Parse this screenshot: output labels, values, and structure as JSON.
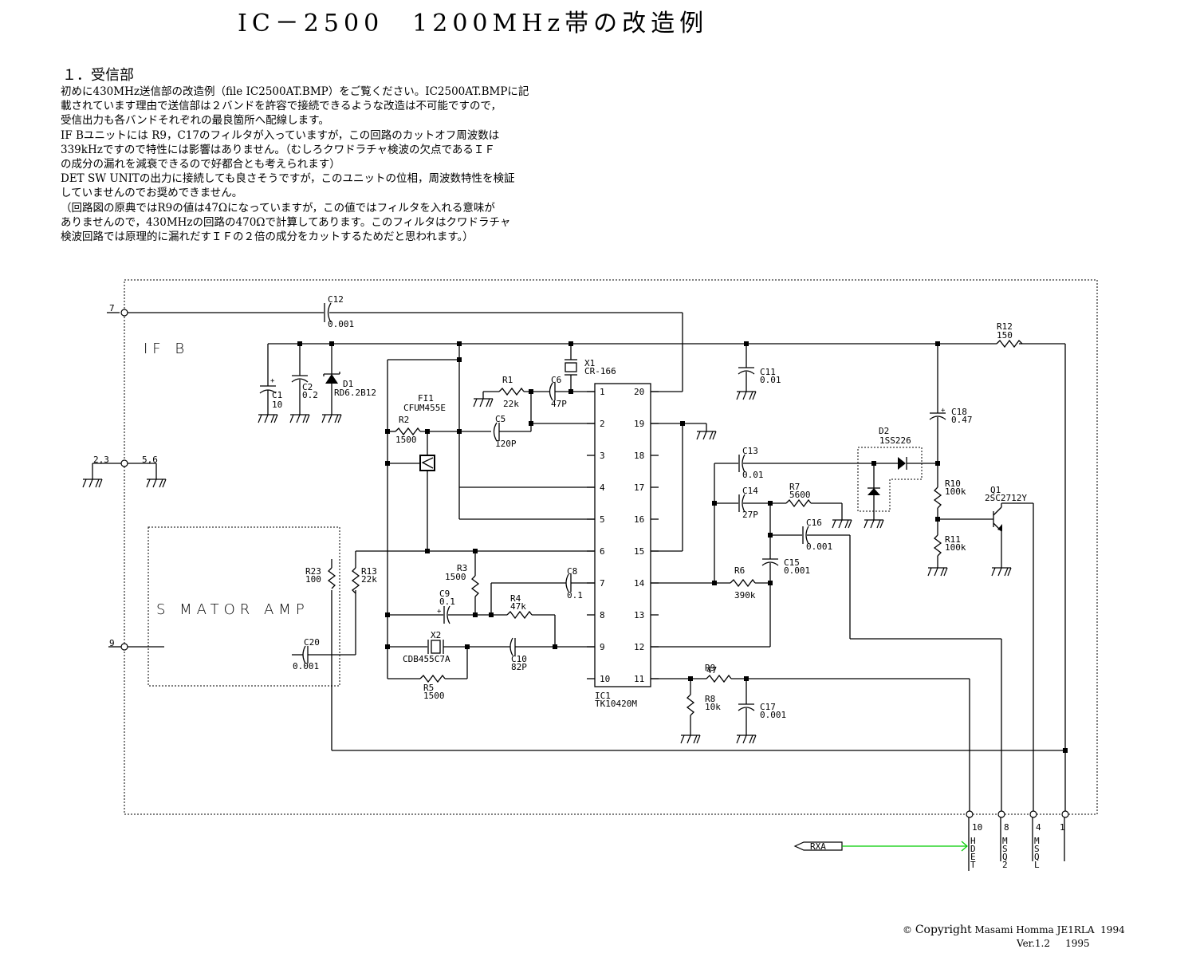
{
  "title": "IC－2500　1200MHz帯の改造例",
  "section_heading": "１．受信部",
  "paragraph_lines": [
    "初めに430MHz送信部の改造例（file IC2500AT.BMP）をご覧ください。IC2500AT.BMPに記",
    "載されています理由で送信部は２バンドを許容で接続できるような改造は不可能ですので，",
    "受信出力も各バンドそれぞれの最良箇所へ配線します。",
    "IF Bユニットには R9，C17のフィルタが入っていますが，この回路のカットオフ周波数は",
    "339kHzですので特性には影響はありません。（むしろクワドラチャ検波の欠点であるＩＦ",
    "の成分の漏れを減衰できるので好都合とも考えられます）",
    "DET SW UNITの出力に接続しても良さそうですが，このユニットの位相，周波数特性を検証",
    "していませんのでお奨めできません。",
    "（回路図の原典ではR9の値は47Ωになっていますが，この値ではフィルタを入れる意味が",
    "ありませんので，430MHzの回路の470Ωで計算してあります。このフィルタはクワドラチャ",
    "検波回路では原理的に漏れだすＩＦの２倍の成分をカットするためだと思われます。）"
  ],
  "schematic": {
    "block_labels": {
      "if_b": "IF B",
      "s_meter_amp": "S MATOR AMP"
    },
    "ports": {
      "p7": "7",
      "p23": "2,3",
      "p56": "5,6",
      "p9": "9",
      "p10": "10",
      "p8": "8",
      "p4": "4",
      "p1": "1"
    },
    "port_signals": {
      "p10": "HDET",
      "p8": "MSQ2",
      "p4": "MSQL"
    },
    "net_tag": {
      "label": "RXA",
      "color": "#00cc00"
    },
    "components": {
      "C12": {
        "ref": "C12",
        "value": "0.001"
      },
      "C1": {
        "ref": "C1",
        "value": "10"
      },
      "C2": {
        "ref": "C2",
        "value": "0.2"
      },
      "D1": {
        "ref": "D1",
        "value": "RD6.2B12"
      },
      "FI1": {
        "ref": "FI1",
        "value": "CFUM455E"
      },
      "R2": {
        "ref": "R2",
        "value": "1500"
      },
      "R1": {
        "ref": "R1",
        "value": "22k"
      },
      "C6": {
        "ref": "C6",
        "value": "47P"
      },
      "X1": {
        "ref": "X1",
        "value": "CR-166"
      },
      "C5": {
        "ref": "C5",
        "value": "120P"
      },
      "C11": {
        "ref": "C11",
        "value": "0.01"
      },
      "R12": {
        "ref": "R12",
        "value": "150"
      },
      "C18": {
        "ref": "C18",
        "value": "0.47"
      },
      "D2": {
        "ref": "D2",
        "value": "1SS226"
      },
      "C13": {
        "ref": "C13",
        "value": "0.01"
      },
      "C14": {
        "ref": "C14",
        "value": "27P"
      },
      "R7": {
        "ref": "R7",
        "value": "5600"
      },
      "C16": {
        "ref": "C16",
        "value": "0.001"
      },
      "C15": {
        "ref": "C15",
        "value": "0.001"
      },
      "R6": {
        "ref": "R6",
        "value": "390k"
      },
      "R10": {
        "ref": "R10",
        "value": "100k"
      },
      "R11": {
        "ref": "R11",
        "value": "100k"
      },
      "Q1": {
        "ref": "Q1",
        "value": "2SC2712Y"
      },
      "R23": {
        "ref": "R23",
        "value": "100"
      },
      "R13": {
        "ref": "R13",
        "value": "22k"
      },
      "C20": {
        "ref": "C20",
        "value": "0.001"
      },
      "R3": {
        "ref": "R3",
        "value": "1500"
      },
      "C9": {
        "ref": "C9",
        "value": "0.1"
      },
      "C8": {
        "ref": "C8",
        "value": "0.1"
      },
      "R4": {
        "ref": "R4",
        "value": "47k"
      },
      "X2": {
        "ref": "X2",
        "value": "CDB455C7A"
      },
      "C10": {
        "ref": "C10",
        "value": "82P"
      },
      "R5": {
        "ref": "R5",
        "value": "1500"
      },
      "R9": {
        "ref": "R9",
        "value": "47"
      },
      "R8": {
        "ref": "R8",
        "value": "10k"
      },
      "C17": {
        "ref": "C17",
        "value": "0.001"
      },
      "IC1": {
        "ref": "IC1",
        "value": "TK10420M"
      }
    },
    "ic_pins_left": [
      "1",
      "2",
      "3",
      "4",
      "5",
      "6",
      "7",
      "8",
      "9",
      "10"
    ],
    "ic_pins_right": [
      "20",
      "19",
      "18",
      "17",
      "16",
      "15",
      "14",
      "13",
      "12",
      "11"
    ]
  },
  "footer": {
    "copyright_symbol": "©",
    "copyright_word": "Copyright",
    "author": "Masami Homma JE1RLA",
    "year1": "1994",
    "version": "Ver.1.2",
    "year2": "1995"
  }
}
